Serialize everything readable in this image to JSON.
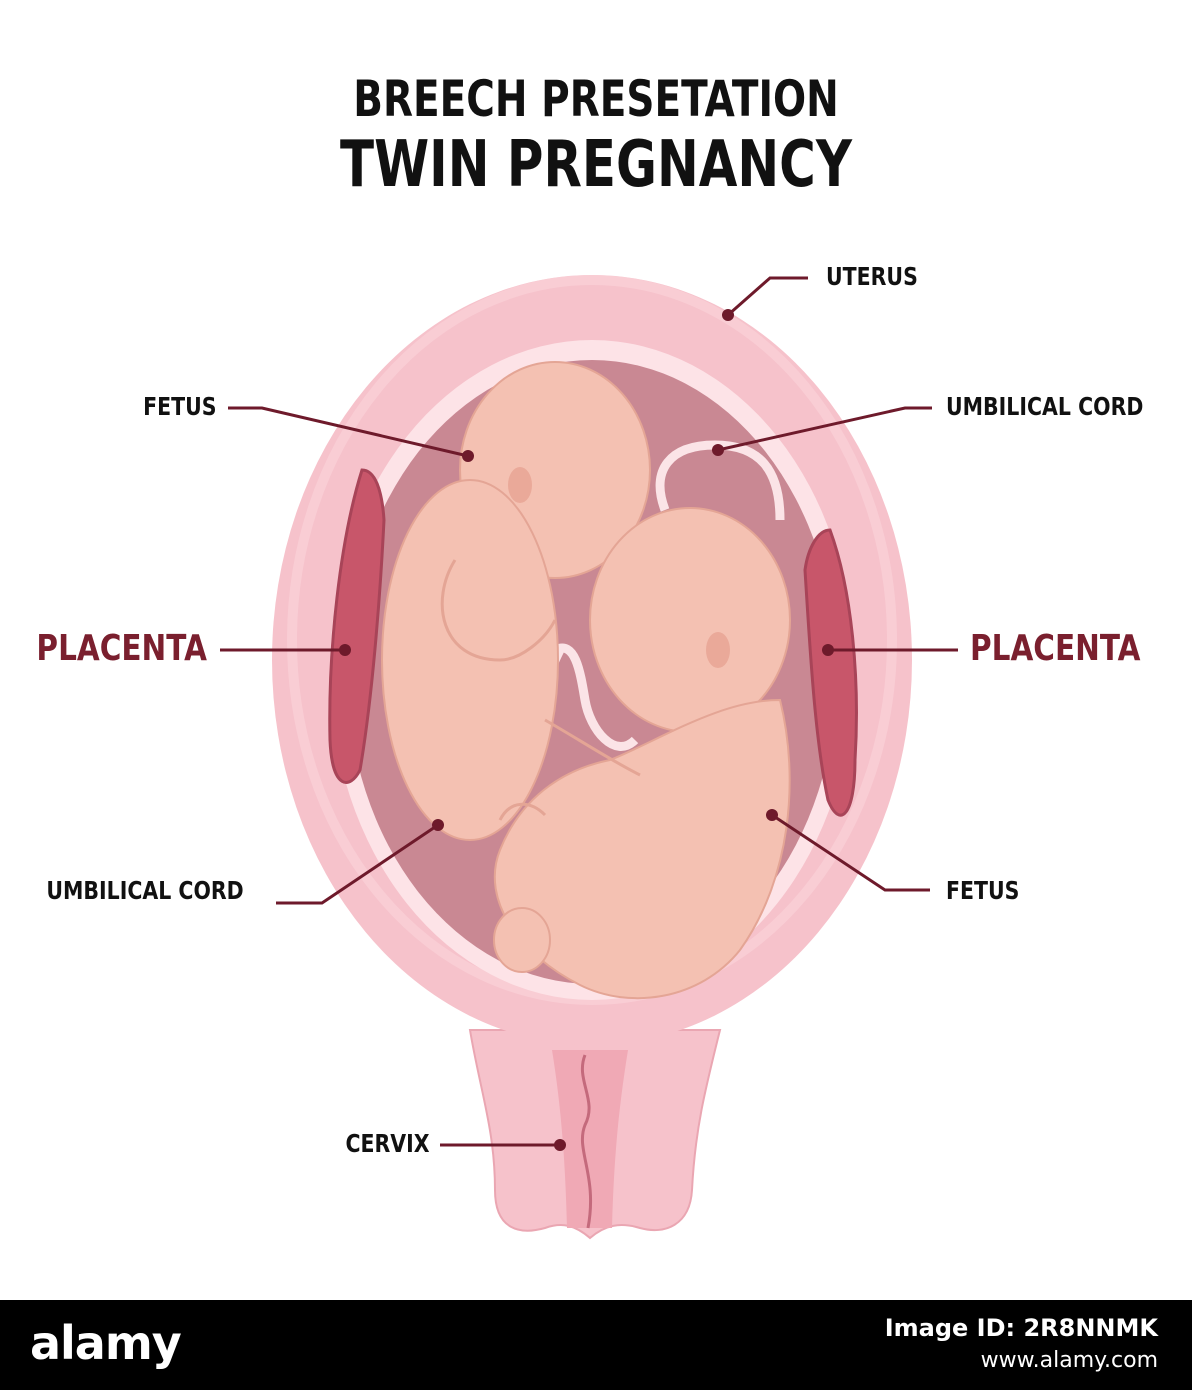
{
  "title": {
    "line1": "BREECH PRESETATION",
    "line2": "TWIN PREGNANCY"
  },
  "labels": {
    "uterus": "UTERUS",
    "fetus_left": "FETUS",
    "umbilical_cord_right": "UMBILICAL CORD",
    "placenta_left": "PLACENTA",
    "placenta_right": "PLACENTA",
    "umbilical_cord_left": "UMBILICAL CORD",
    "fetus_right": "FETUS",
    "cervix": "CERVIX"
  },
  "colors": {
    "uterus_outer": "#f6c2cb",
    "uterus_band": "#fde3e7",
    "cavity": "#c98893",
    "placenta": "#c8566a",
    "fetus": "#f4c1b2",
    "leader": "#6e1a2b",
    "accent_label": "#7a1f2e"
  },
  "footer": {
    "brand": "alamy",
    "image_id": "Image ID: 2R8NNMK",
    "url": "www.alamy.com"
  }
}
